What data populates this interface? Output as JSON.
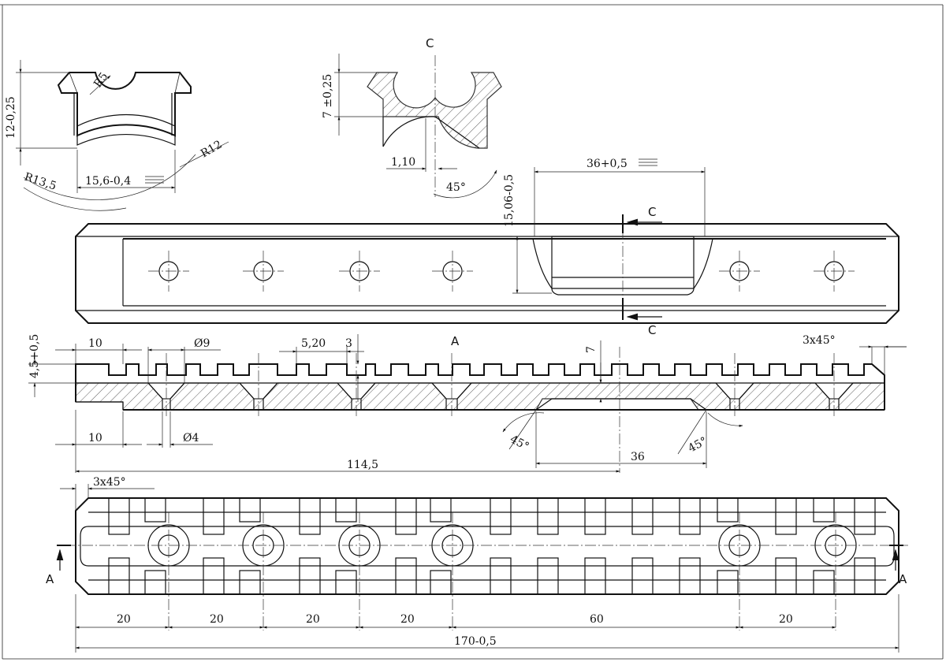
{
  "profile": {
    "r5": "R5",
    "height": "12-0,25",
    "radius_outer": "R13,5",
    "width": "15,6-0,4",
    "r12": "R12"
  },
  "section_c": {
    "label": "C",
    "height": "7 ±0,25",
    "offset": "1,10",
    "angle": "45°"
  },
  "top_view": {
    "window_length": "36+0,5",
    "window_height": "15,06-0,5",
    "cut_label_top": "C",
    "cut_label_bottom": "C"
  },
  "section_a": {
    "label": "A",
    "slot_height": "4,5+0,5",
    "end_length": "10",
    "counterbore": "Ø9",
    "slot_pitch": "5,20",
    "slot_depth": "3",
    "window_depth": "7",
    "chamfer": "3x45°",
    "end_length_bottom": "10",
    "through_hole": "Ø4",
    "angle_left": "45°",
    "angle_right": "45°",
    "window_len": "36",
    "total_to_window": "114,5"
  },
  "bottom_view": {
    "chamfer": "3x45°",
    "cut_label_left": "A",
    "cut_label_right": "A",
    "spacings": [
      "20",
      "20",
      "20",
      "20",
      "60",
      "20"
    ],
    "total_length": "170-0,5"
  }
}
